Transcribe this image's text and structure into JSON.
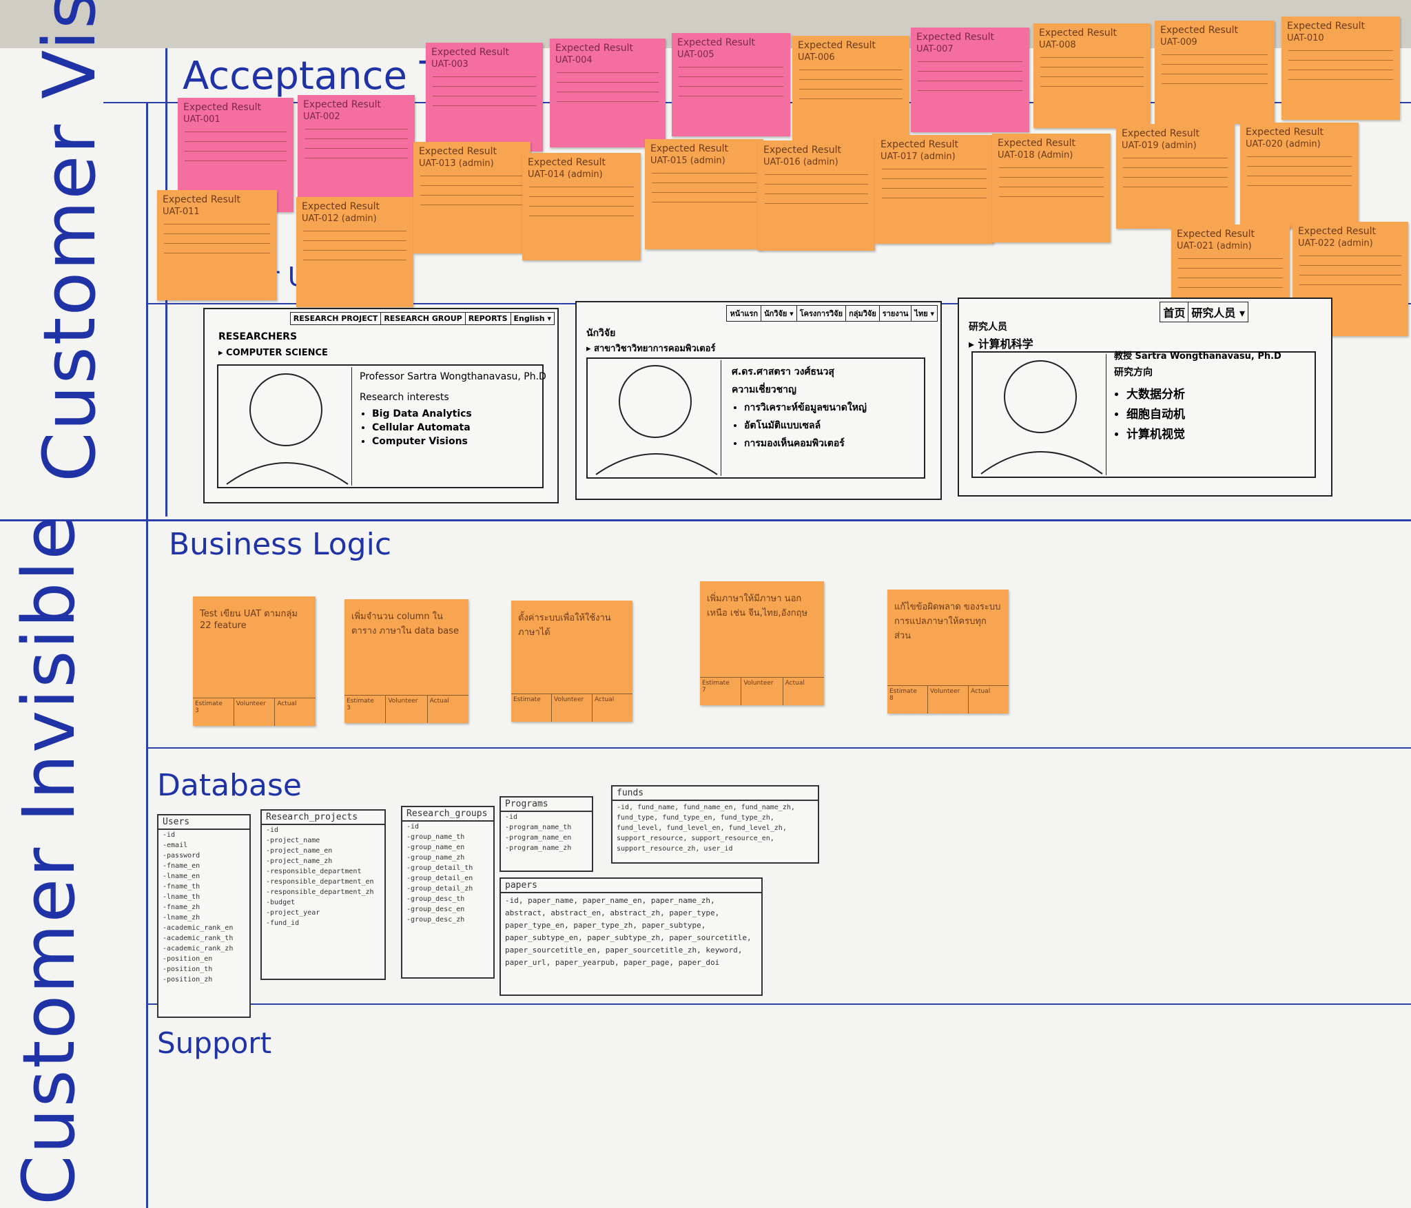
{
  "sections": {
    "acceptance_test": "Acceptance Test",
    "ui_partial": "r          UI)",
    "business_logic": "Business Logic",
    "database": "Database",
    "support": "Support"
  },
  "side_labels": {
    "visible": "Customer Visible",
    "invisible": "Customer Invisible"
  },
  "note_labels": {
    "expected_result": "Expected Result"
  },
  "uat_notes": [
    {
      "code": "UAT-001",
      "color": "pink"
    },
    {
      "code": "UAT-002",
      "color": "pink"
    },
    {
      "code": "UAT-003",
      "color": "pink"
    },
    {
      "code": "UAT-004",
      "color": "pink"
    },
    {
      "code": "UAT-005",
      "color": "pink"
    },
    {
      "code": "UAT-006",
      "color": "orange"
    },
    {
      "code": "UAT-007",
      "color": "pink"
    },
    {
      "code": "UAT-008",
      "color": "orange"
    },
    {
      "code": "UAT-009",
      "color": "orange"
    },
    {
      "code": "UAT-010",
      "color": "orange"
    },
    {
      "code": "UAT-011",
      "color": "orange"
    },
    {
      "code": "UAT-012 (admin)",
      "color": "orange"
    },
    {
      "code": "UAT-013 (admin)",
      "color": "orange"
    },
    {
      "code": "UAT-014 (admin)",
      "color": "orange"
    },
    {
      "code": "UAT-015 (admin)",
      "color": "orange"
    },
    {
      "code": "UAT-016 (admin)",
      "color": "orange"
    },
    {
      "code": "UAT-017 (admin)",
      "color": "orange"
    },
    {
      "code": "UAT-018 (Admin)",
      "color": "orange"
    },
    {
      "code": "UAT-019 (admin)",
      "color": "orange"
    },
    {
      "code": "UAT-020 (admin)",
      "color": "orange"
    },
    {
      "code": "UAT-021 (admin)",
      "color": "orange"
    },
    {
      "code": "UAT-022 (admin)",
      "color": "orange"
    }
  ],
  "mockups": {
    "english": {
      "nav": [
        "RESEARCH PROJECT",
        "RESEARCH GROUP",
        "REPORTS",
        "English ▾"
      ],
      "section": "RESEARCHERS",
      "category": "▸ COMPUTER SCIENCE",
      "name": "Professor Sartra Wongthanavasu, Ph.D",
      "interests_label": "Research interests",
      "interests": [
        "Big Data Analytics",
        "Cellular Automata",
        "Computer Visions"
      ]
    },
    "thai": {
      "nav": [
        "หน้าแรก",
        "นักวิจัย ▾",
        "โครงการวิจัย",
        "กลุ่มวิจัย",
        "รายงาน",
        "ไทย ▾"
      ],
      "section": "นักวิจัย",
      "category": "▸ สาขาวิชาวิทยาการคอมพิวเตอร์",
      "name": "ศ.ดร.ศาสตรา วงศ์ธนวสุ",
      "interests_label": "ความเชี่ยวชาญ",
      "interests": [
        "การวิเคราะห์ข้อมูลขนาดใหญ่",
        "อัตโนมัติแบบเซลล์",
        "การมองเห็นคอมพิวเตอร์"
      ]
    },
    "chinese": {
      "nav": [
        "首页",
        "研究人员 ▾"
      ],
      "section": "研究人员",
      "category": "▸ 计算机科学",
      "name": "教授 Sartra Wongthanavasu, Ph.D",
      "interests_label": "研究方向",
      "interests": [
        "大数据分析",
        "细胞自动机",
        "计算机视觉"
      ]
    }
  },
  "business_notes": [
    {
      "text": "Test เขียน UAT ตามกลุ่ม 22 feature",
      "estimate": "3"
    },
    {
      "text": "เพิ่มจำนวน column ในตาราง ภาษาใน data base",
      "estimate": "3"
    },
    {
      "text": "ตั้งค่าระบบเพื่อให้ใช้งานภาษาได้",
      "estimate": ""
    },
    {
      "text": "เพิ่มภาษาให้มีภาษา นอกเหนือ เช่น จีน,ไทย,อังกฤษ",
      "estimate": "7"
    },
    {
      "text": "แก้ไขข้อผิดพลาด ของระบบ การแปลภาษาให้ครบทุกส่วน",
      "estimate": "8"
    }
  ],
  "business_row": {
    "estimate": "Estimate",
    "volunteer": "Volunteer",
    "actual": "Actual"
  },
  "tables": {
    "users": {
      "name": "Users",
      "fields": [
        "-id",
        "-email",
        "-password",
        "-fname_en",
        "-lname_en",
        "-fname_th",
        "-lname_th",
        "-fname_zh",
        "-lname_zh",
        "-academic_rank_en",
        "-academic_rank_th",
        "-academic_rank_zh",
        "-position_en",
        "-position_th",
        "-position_zh"
      ]
    },
    "research_projects": {
      "name": "Research_projects",
      "fields": [
        "-id",
        "-project_name",
        "-project_name_en",
        "-project_name_zh",
        "-responsible_department",
        "-responsible_department_en",
        "-responsible_department_zh",
        "-budget",
        "-project_year",
        "-fund_id"
      ]
    },
    "research_groups": {
      "name": "Research_groups",
      "fields": [
        "-id",
        "-group_name_th",
        "-group_name_en",
        "-group_name_zh",
        "-group_detail_th",
        "-group_detail_en",
        "-group_detail_zh",
        "-group_desc_th",
        "-group_desc_en",
        "-group_desc_zh"
      ]
    },
    "programs": {
      "name": "Programs",
      "fields": [
        "-id",
        "-program_name_th",
        "-program_name_en",
        "-program_name_zh"
      ]
    },
    "funds": {
      "name": "funds",
      "text": "-id, fund_name, fund_name_en, fund_name_zh, fund_type, fund_type_en, fund_type_zh, fund_level, fund_level_en, fund_level_zh, support_resource, support_resource_en, support_resource_zh, user_id"
    },
    "papers": {
      "name": "papers",
      "text": "-id, paper_name, paper_name_en, paper_name_zh, abstract, abstract_en, abstract_zh, paper_type, paper_type_en, paper_type_zh, paper_subtype, paper_subtype_en, paper_subtype_zh, paper_sourcetitle, paper_sourcetitle_en, paper_sourcetitle_zh, keyword, paper_url, paper_yearpub, paper_page, paper_doi"
    }
  },
  "colors": {
    "ink": "#1f33a6",
    "pink": "#f56ea0",
    "orange": "#f8a552",
    "board": "#f4f4f2"
  }
}
